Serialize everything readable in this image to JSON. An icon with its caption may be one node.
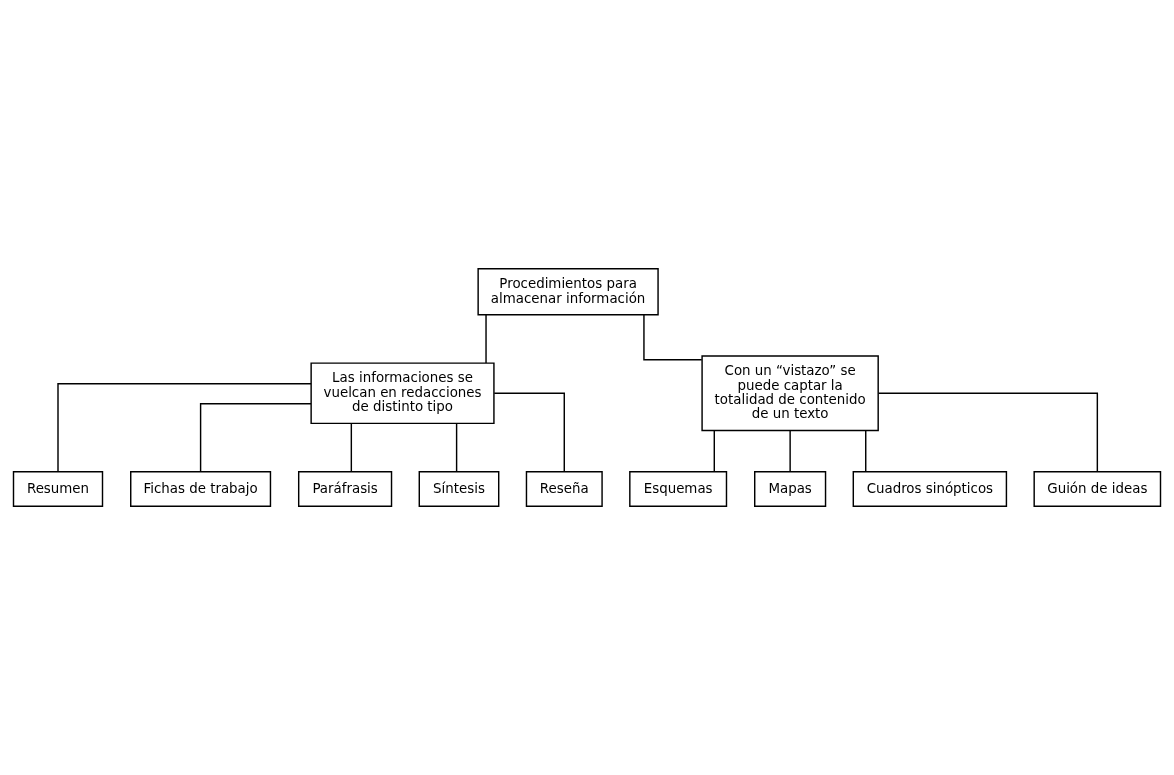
{
  "diagram": {
    "nodes": [
      {
        "text": [
          "Procedimientos para almacenar información"
        ]
      },
      {
        "text": [
          "Las informaciones se vuelcan en redacciones de distinto tipo"
        ]
      },
      {
        "text": [
          "Con un “vistazo” se puede captar la totalidad de contenido de un texto"
        ]
      },
      {
        "text": [
          "Resumen"
        ]
      },
      {
        "text": [
          "Fichas de trabajo"
        ]
      },
      {
        "text": [
          "Paráfrasis"
        ]
      },
      {
        "text": [
          "Síntesis"
        ]
      },
      {
        "text": [
          "Reseña"
        ]
      },
      {
        "text": [
          "Esquemas"
        ]
      },
      {
        "text": [
          "Mapas"
        ]
      },
      {
        "text": [
          "Cuadros sinópticos"
        ]
      },
      {
        "text": [
          "Guión de ideas"
        ]
      }
    ],
    "edges": [
      {
        "from": 0,
        "to": 1,
        "arrow": "none"
      },
      {
        "from": 0,
        "to": 2,
        "arrow": "none"
      },
      {
        "from": 1,
        "to": 3,
        "arrow": "none"
      },
      {
        "from": 1,
        "to": 4,
        "arrow": "none"
      },
      {
        "from": 1,
        "to": 5,
        "arrow": "none"
      },
      {
        "from": 1,
        "to": 6,
        "arrow": "none"
      },
      {
        "from": 1,
        "to": 7,
        "arrow": "none"
      },
      {
        "from": 2,
        "to": 8,
        "arrow": "none"
      },
      {
        "from": 2,
        "to": 9,
        "arrow": "none"
      },
      {
        "from": 2,
        "to": 10,
        "arrow": "none"
      },
      {
        "from": 2,
        "to": 11,
        "arrow": "none"
      }
    ]
  }
}
